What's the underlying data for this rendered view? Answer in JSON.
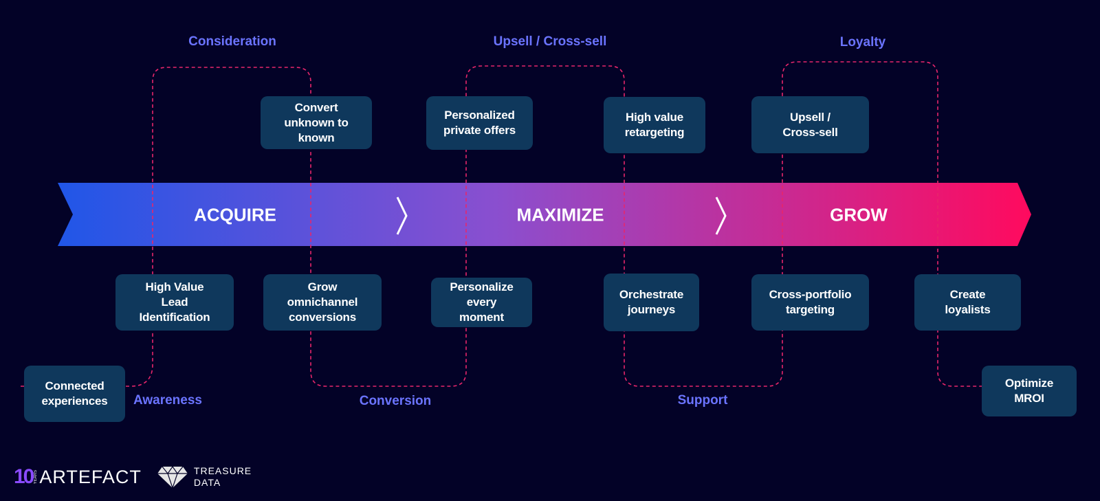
{
  "phases": [
    {
      "label": "ACQUIRE"
    },
    {
      "label": "MAXIMIZE"
    },
    {
      "label": "GROW"
    }
  ],
  "stages": {
    "consideration": "Consideration",
    "upsell_cross_sell": "Upsell / Cross-sell",
    "loyalty": "Loyalty",
    "awareness": "Awareness",
    "conversion": "Conversion",
    "support": "Support"
  },
  "boxes": {
    "convert_unknown": "Convert\nunknown to\nknown",
    "personalized_offers": "Personalized\nprivate offers",
    "high_value_retargeting": "High value\nretargeting",
    "upsell_cross_sell": "Upsell /\nCross-sell",
    "high_value_lead": "High Value\nLead\nIdentification",
    "grow_omnichannel": "Grow\nomnichannel\nconversions",
    "personalize_every_moment": "Personalize\nevery\nmoment",
    "orchestrate_journeys": "Orchestrate\njourneys",
    "cross_portfolio": "Cross-portfolio\ntargeting",
    "create_loyalists": "Create\nloyalists",
    "connected_experiences": "Connected\nexperiences",
    "optimize_mroi": "Optimize\nMROI"
  },
  "logos": {
    "artefact_ten": "10",
    "artefact_years": "YEARS",
    "artefact_name": "ARTEFACT",
    "treasure_data": "TREASURE\nDATA"
  },
  "colors": {
    "background": "#030227",
    "box_fill": "#0f385c",
    "stage_label": "#6b74ff",
    "dashed_path": "#e8266b",
    "arrow_start": "#2056e8",
    "arrow_mid": "#8a4fcf",
    "arrow_end": "#ff0a5e"
  }
}
